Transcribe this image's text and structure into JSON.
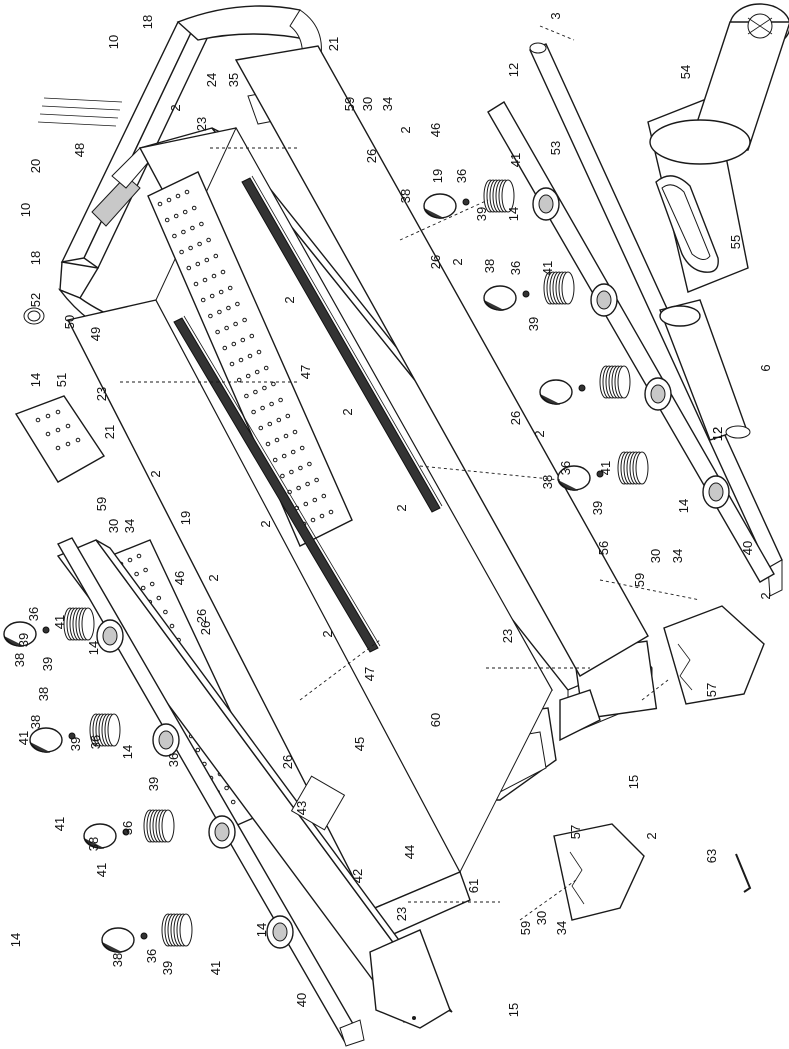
{
  "figure": {
    "rotation_deg": -90,
    "labels": [
      "18",
      "10",
      "21",
      "24",
      "35",
      "2",
      "23",
      "59",
      "30",
      "34",
      "2",
      "46",
      "26",
      "19",
      "36",
      "38",
      "41",
      "39",
      "14",
      "12",
      "3",
      "54",
      "53",
      "12",
      "2",
      "26",
      "38",
      "36",
      "41",
      "39",
      "55",
      "2",
      "20",
      "10",
      "18",
      "48",
      "52",
      "50",
      "49",
      "14",
      "51",
      "23",
      "21",
      "47",
      "26",
      "2",
      "36",
      "38",
      "41",
      "39",
      "12",
      "6",
      "14",
      "2",
      "2",
      "19",
      "2",
      "26",
      "59",
      "30",
      "34",
      "46",
      "2",
      "2",
      "26",
      "36",
      "38",
      "39",
      "41",
      "14",
      "40",
      "56",
      "59",
      "30",
      "34",
      "2",
      "57",
      "23",
      "15",
      "60",
      "47",
      "2",
      "45",
      "26",
      "43",
      "44",
      "42",
      "61",
      "23",
      "59",
      "30",
      "34",
      "57",
      "2",
      "63",
      "15",
      "40",
      "38",
      "36",
      "39",
      "41",
      "14",
      "38",
      "36",
      "41",
      "39",
      "14",
      "36",
      "41",
      "38",
      "39",
      "36",
      "41",
      "39",
      "38",
      "14"
    ]
  }
}
